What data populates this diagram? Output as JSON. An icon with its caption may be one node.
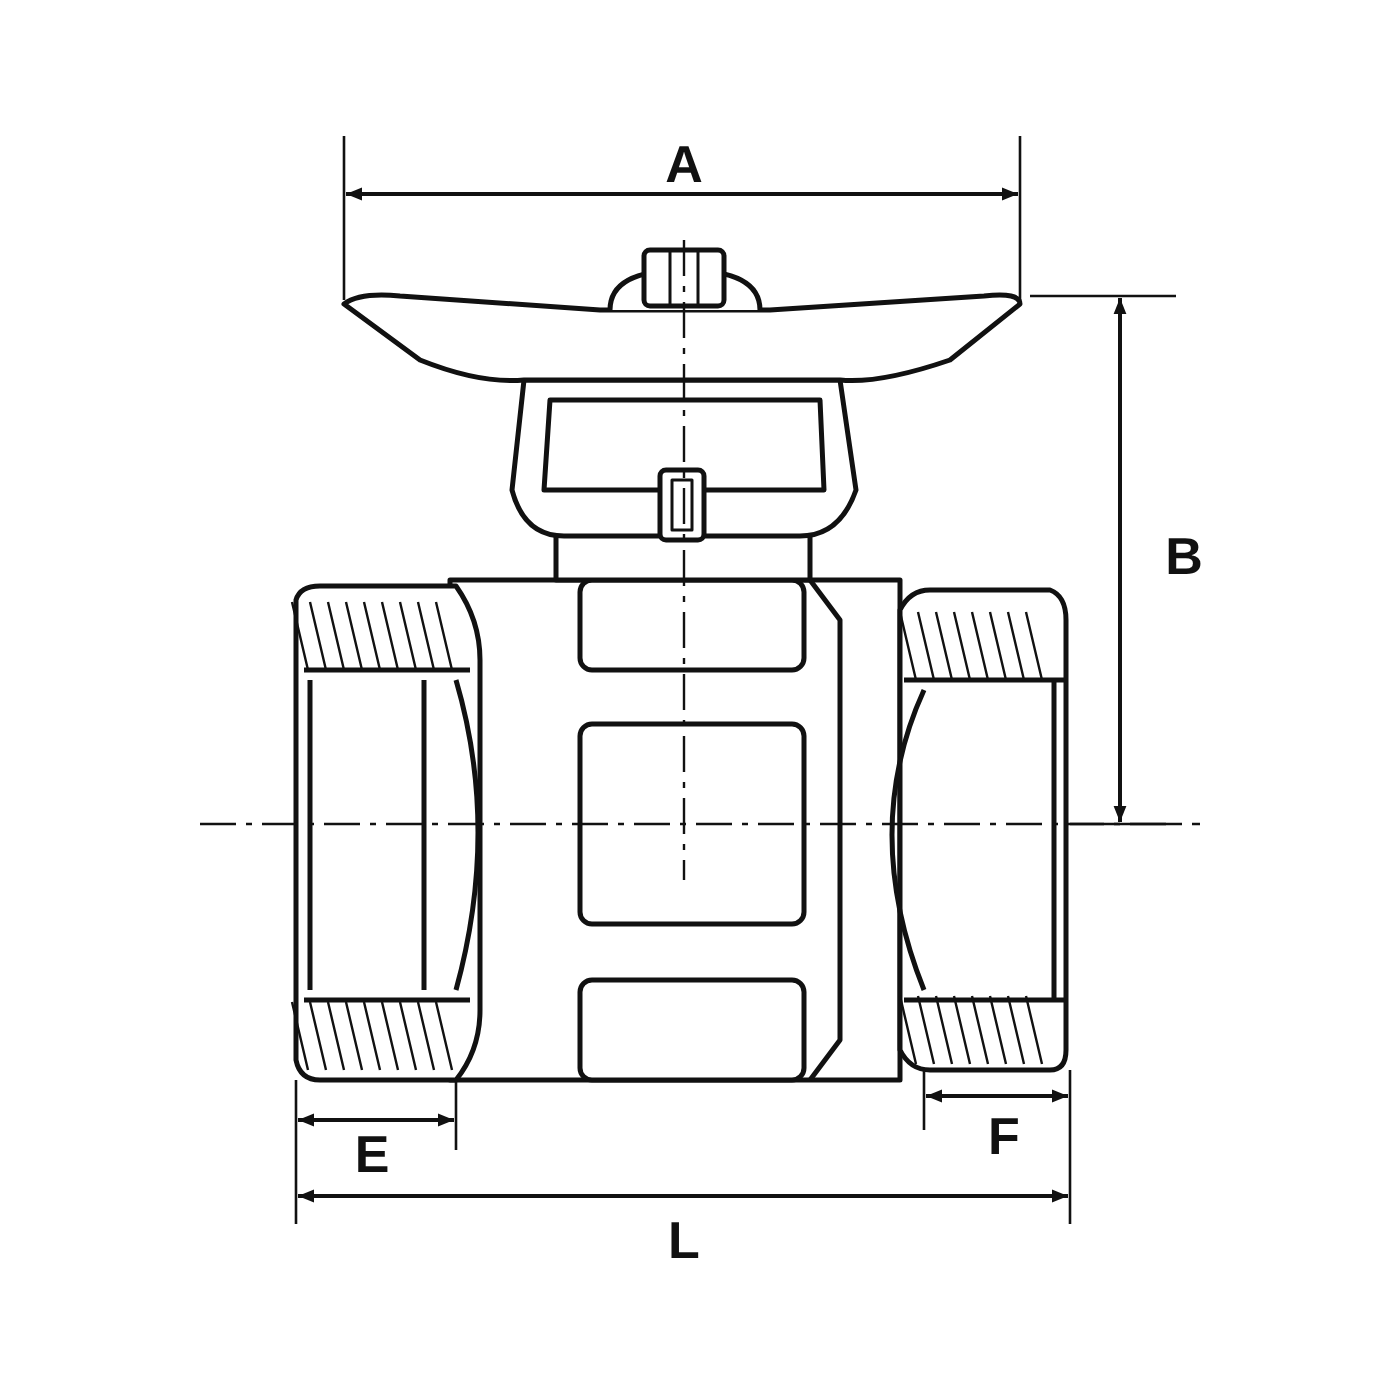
{
  "diagram": {
    "labels": [
      "A",
      "B",
      "E",
      "F",
      "L"
    ]
  }
}
